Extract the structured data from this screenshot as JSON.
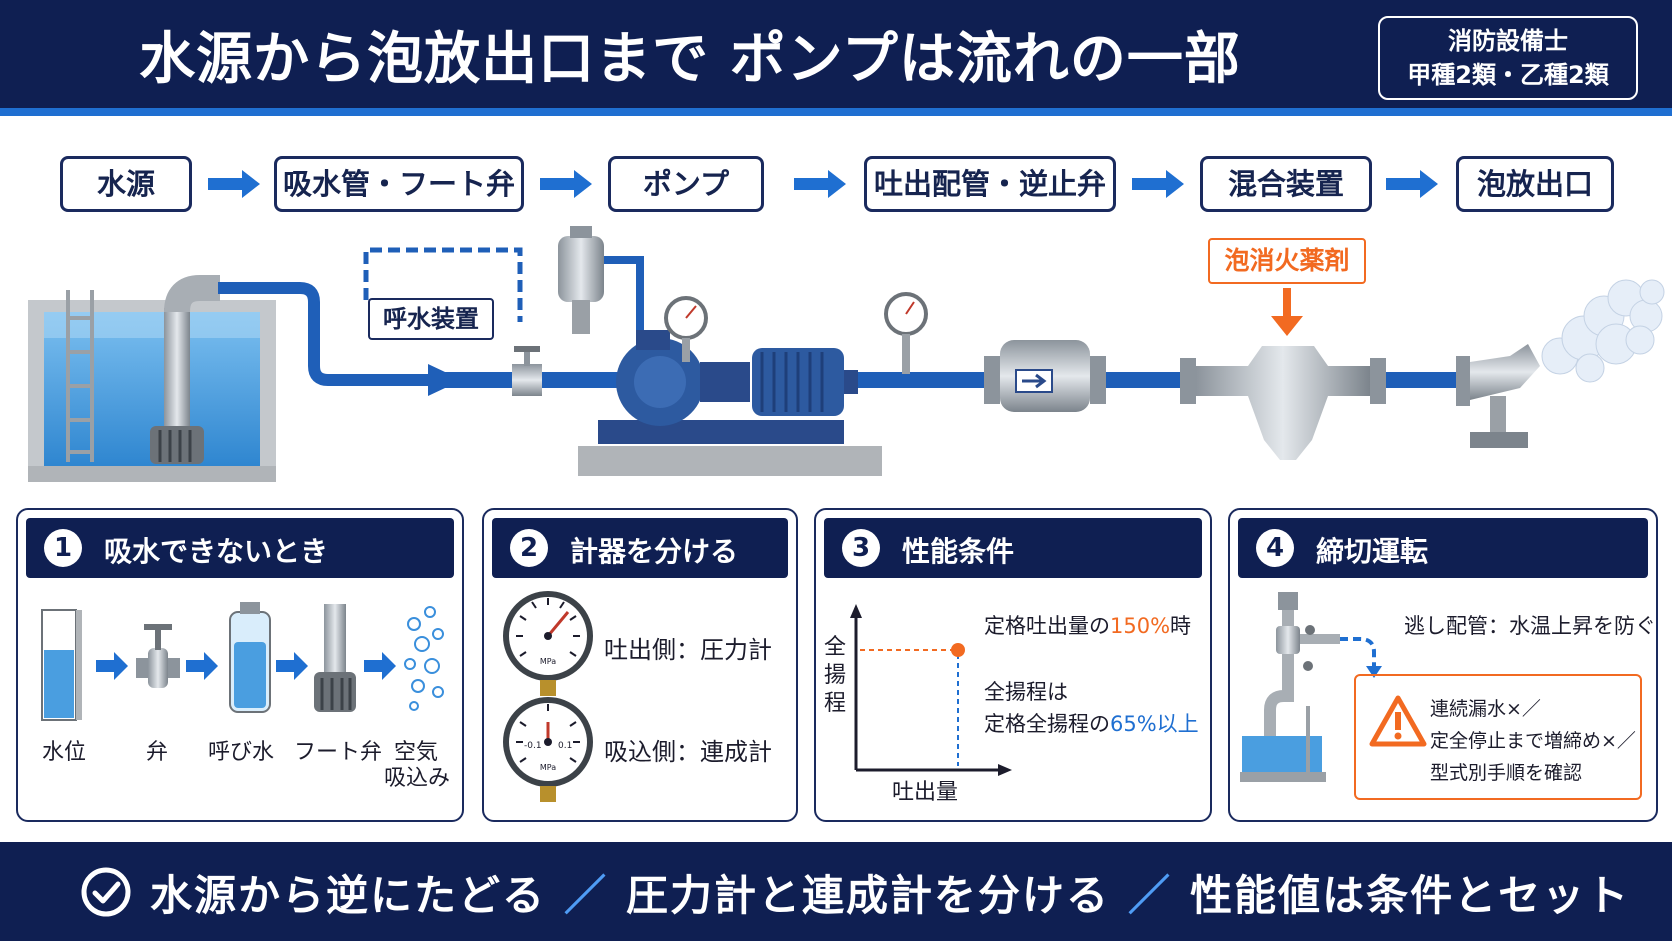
{
  "header": {
    "title": "水源から泡放出口まで ポンプは流れの一部",
    "badge_line1": "消防設備士",
    "badge_line2": "甲種2類・乙種2類"
  },
  "flow": [
    {
      "label": "水源"
    },
    {
      "label": "吸水管・フート弁"
    },
    {
      "label": "ポンプ"
    },
    {
      "label": "吐出配管・逆止弁"
    },
    {
      "label": "混合装置"
    },
    {
      "label": "泡放出口"
    }
  ],
  "diagram": {
    "priming_label": "呼水装置",
    "foam_label": "泡消火薬剤",
    "gauge_unit": "MPa"
  },
  "panels": {
    "p1": {
      "number": "1",
      "title": "吸水できないとき",
      "items": [
        "水位",
        "弁",
        "呼び水",
        "フート弁",
        "空気",
        "吸込み"
      ]
    },
    "p2": {
      "number": "2",
      "title": "計器を分ける",
      "discharge": "吐出側：圧力計",
      "suction": "吸込側：連成計",
      "gauge_unit": "MPa",
      "compound_neg": "-0.1",
      "compound_pos": "0.1"
    },
    "p3": {
      "number": "3",
      "title": "性能条件",
      "y_axis": "全揚程",
      "x_axis": "吐出量",
      "cond1_a": "定格吐出量の",
      "cond1_b": "150%",
      "cond1_c": "時",
      "cond2_a": "全揚程は",
      "cond2_b": "定格全揚程の",
      "cond2_c": "65%以上"
    },
    "p4": {
      "number": "4",
      "title": "締切運転",
      "relief": "逃し配管：水温上昇を防ぐ",
      "warn1": "連続漏水×／",
      "warn2": "定全停止まで増締め×／",
      "warn3": "型式別手順を確認"
    }
  },
  "footer": {
    "part1": "水源から逆にたどる",
    "part2": "圧力計と連成計を分ける",
    "part3": "性能値は条件とセット",
    "divider": "／"
  },
  "colors": {
    "navy": "#0f1f52",
    "blue": "#1f6fd1",
    "orange": "#f26a21",
    "water": "#4a9ee0"
  }
}
